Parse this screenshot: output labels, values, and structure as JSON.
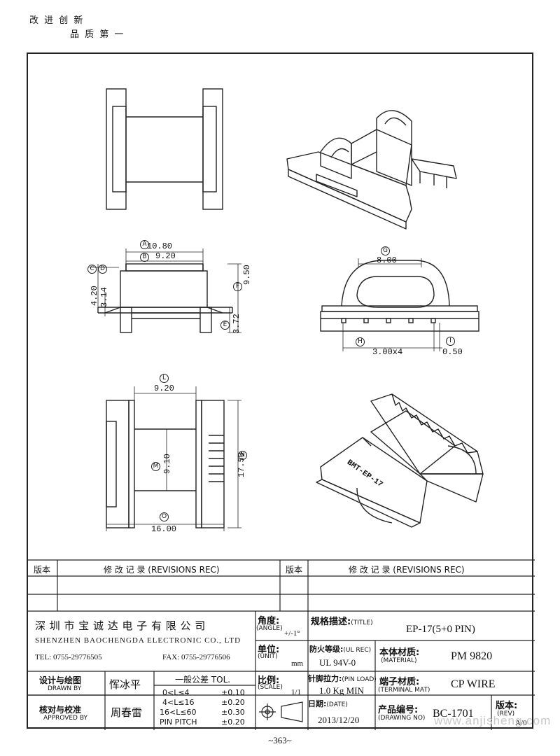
{
  "slogan": {
    "line1": "改 进 创 新",
    "line2": "品 质 第 一"
  },
  "dimensions": {
    "a": "10.80",
    "b": "9.20",
    "c": "4.20",
    "d": "3.14",
    "e": "3.72",
    "f": "9.50",
    "g": "8.00",
    "h": "3.00x4",
    "i": "0.50",
    "l": "9.20",
    "m": "9.10",
    "n": "17.50",
    "o": "16.00"
  },
  "callouts": [
    "A",
    "B",
    "C",
    "D",
    "E",
    "F",
    "G",
    "H",
    "I",
    "L",
    "M",
    "N",
    "O"
  ],
  "part_marking": "BMT-EP-17",
  "revisions": {
    "col_version": "版本",
    "col_record": "修  改  记  录   (REVISIONS REC)"
  },
  "company": {
    "name_cn": "深 圳 市 宝 诚 达 电 子 有 限 公 司",
    "name_en": "SHENZHEN BAOCHENGDA ELECTRONIC CO., LTD",
    "tel": "TEL: 0755-29776505",
    "fax": "FAX: 0755-29776506"
  },
  "title_block": {
    "angle_label": "角度:",
    "angle_en": "(ANGLE)",
    "angle_value": "+/-1°",
    "unit_label": "单位:",
    "unit_en": "(UNIT)",
    "unit_value": "mm",
    "scale_label": "比例:",
    "scale_en": "(SCALE)",
    "scale_value": "1/1",
    "spec_label": "规格描述:",
    "spec_en": "(TITLE)",
    "spec_value": "EP-17(5+0 PIN)",
    "ul_label": "防火等级:",
    "ul_en": "(UL REC)",
    "ul_value": "UL 94V-0",
    "material_label": "本体材质:",
    "material_en": "(MATERIAL)",
    "material_value": "PM 9820",
    "pin_load_label": "针脚拉力:",
    "pin_load_en": "(PIN LOAD)",
    "pin_load_value": "1.0 Kg MIN",
    "terminal_label": "端子材质:",
    "terminal_en": "(TERMINAL MAT)",
    "terminal_value": "CP WIRE",
    "date_label": "日期:",
    "date_en": "(DATE)",
    "date_value": "2013/12/20",
    "drawing_no_label": "产品编号:",
    "drawing_no_en": "(DRAWING NO)",
    "drawing_no_value": "BC-1701",
    "rev_label": "版本:",
    "rev_en": "(REV)",
    "rev_value": "A/0",
    "drawn_label": "设计与绘图",
    "drawn_en": "DRAWN BY",
    "drawn_name": "恽冰平",
    "approved_label": "核对与校准",
    "approved_en": "APPROVED BY",
    "approved_name": "周春雷",
    "tolerance_title": "一般公差 TOL.",
    "tolerances": [
      {
        "range": "0<L≤4",
        "value": "±0.10"
      },
      {
        "range": "4<L≤16",
        "value": "±0.20"
      },
      {
        "range": "16<L≤60",
        "value": "±0.30"
      },
      {
        "range": "PIN PITCH",
        "value": "±0.20"
      }
    ]
  },
  "page_number": "~363~",
  "watermark": "www.anjisheng.com"
}
